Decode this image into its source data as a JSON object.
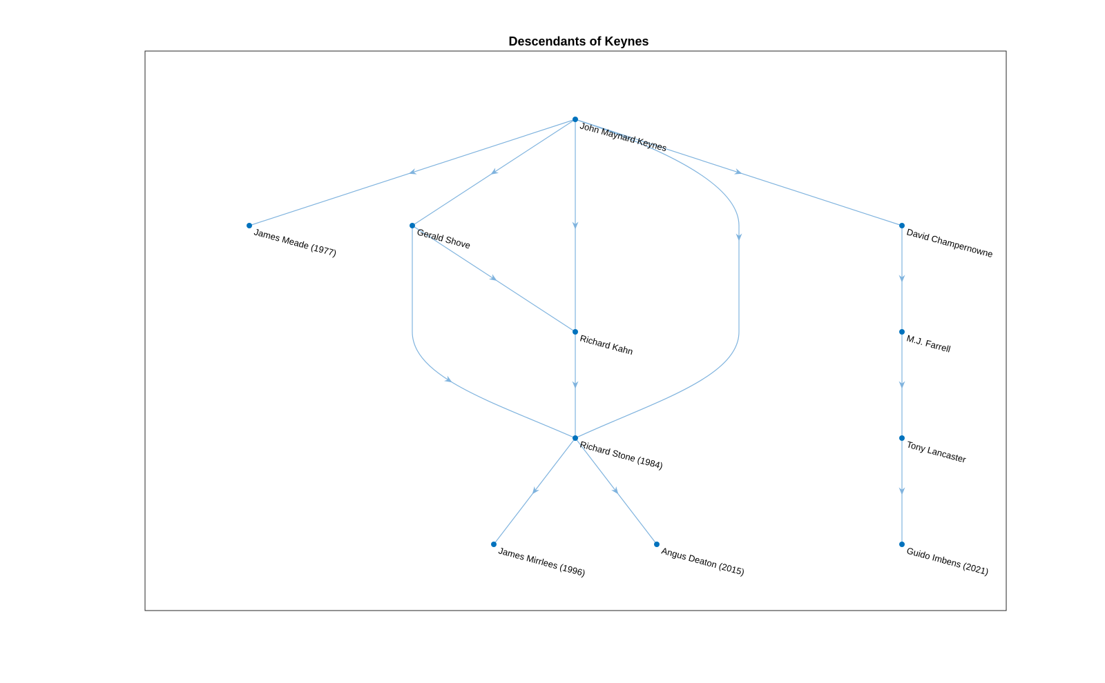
{
  "diagram": {
    "title": "Descendants of Keynes",
    "colors": {
      "node": "#0072BD",
      "edge": "#7FB3DE",
      "axes_border": "#262626",
      "background": "#ffffff"
    },
    "nodes": [
      {
        "id": "keynes",
        "label": "John Maynard Keynes"
      },
      {
        "id": "meade",
        "label": "James Meade (1977)"
      },
      {
        "id": "shove",
        "label": "Gerald Shove"
      },
      {
        "id": "champernowne",
        "label": "David Champernowne"
      },
      {
        "id": "kahn",
        "label": "Richard Kahn"
      },
      {
        "id": "farrell",
        "label": "M.J. Farrell"
      },
      {
        "id": "stone",
        "label": "Richard Stone (1984)"
      },
      {
        "id": "lancaster",
        "label": "Tony Lancaster"
      },
      {
        "id": "mirrlees",
        "label": "James Mirrlees (1996)"
      },
      {
        "id": "deaton",
        "label": "Angus Deaton (2015)"
      },
      {
        "id": "imbens",
        "label": "Guido Imbens (2021)"
      }
    ],
    "edges": [
      {
        "from": "keynes",
        "to": "meade"
      },
      {
        "from": "keynes",
        "to": "shove"
      },
      {
        "from": "keynes",
        "to": "kahn"
      },
      {
        "from": "keynes",
        "to": "stone"
      },
      {
        "from": "keynes",
        "to": "champernowne"
      },
      {
        "from": "shove",
        "to": "kahn"
      },
      {
        "from": "shove",
        "to": "stone"
      },
      {
        "from": "kahn",
        "to": "stone"
      },
      {
        "from": "champernowne",
        "to": "farrell"
      },
      {
        "from": "farrell",
        "to": "lancaster"
      },
      {
        "from": "lancaster",
        "to": "imbens"
      },
      {
        "from": "stone",
        "to": "mirrlees"
      },
      {
        "from": "stone",
        "to": "deaton"
      }
    ]
  }
}
